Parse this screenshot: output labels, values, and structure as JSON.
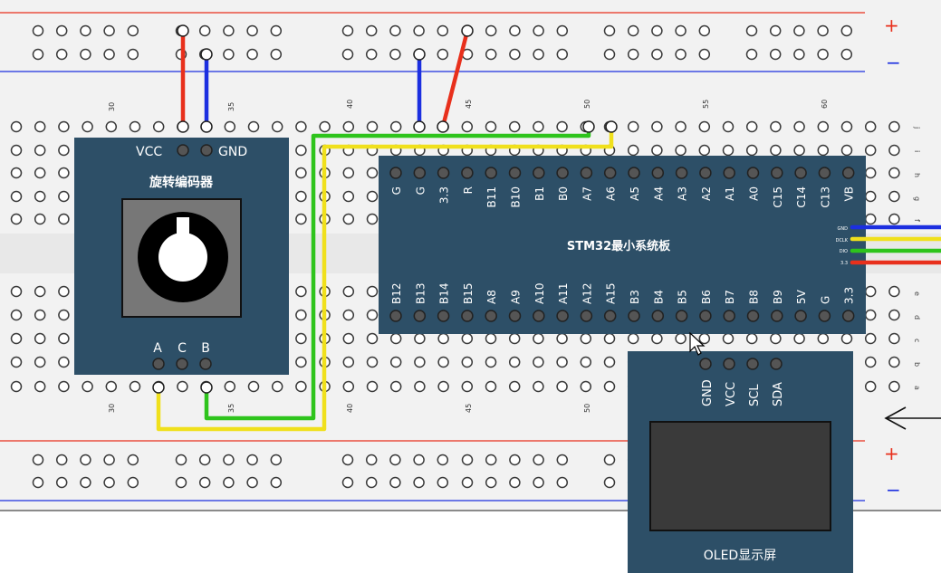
{
  "breadboard": {
    "plus_sign": "+",
    "minus_sign": "−",
    "column_numbers": [
      "30",
      "35",
      "40",
      "45",
      "50",
      "55",
      "60"
    ],
    "row_letters_top": [
      "j",
      "i",
      "h",
      "g",
      "f"
    ],
    "row_letters_bottom": [
      "e",
      "d",
      "c",
      "b",
      "a"
    ]
  },
  "encoder": {
    "title": "旋转编码器",
    "vcc_label": "VCC",
    "gnd_label": "GND",
    "pin_labels": [
      "A",
      "C",
      "B"
    ]
  },
  "stm32": {
    "title": "STM32最小系统板",
    "top_pins": [
      "G",
      "G",
      "3.3",
      "R",
      "B11",
      "B10",
      "B1",
      "B0",
      "A7",
      "A6",
      "A5",
      "A4",
      "A3",
      "A2",
      "A1",
      "A0",
      "C15",
      "C14",
      "C13",
      "VB"
    ],
    "bottom_pins": [
      "B12",
      "B13",
      "B14",
      "B15",
      "A8",
      "A9",
      "A10",
      "A11",
      "A12",
      "A15",
      "B3",
      "B4",
      "B5",
      "B6",
      "B7",
      "B8",
      "B9",
      "5V",
      "G",
      "3.3"
    ],
    "side_pins": [
      "GND",
      "DCLK",
      "DIO",
      "3.3"
    ]
  },
  "oled": {
    "title": "OLED显示屏",
    "pins": [
      "GND",
      "VCC",
      "SCL",
      "SDA"
    ]
  },
  "colors": {
    "board_blue": "#2d4f67",
    "wire_red": "#e8301c",
    "wire_blue": "#1c2fe0",
    "wire_green": "#2ec41c",
    "wire_yellow": "#f0e01c"
  }
}
